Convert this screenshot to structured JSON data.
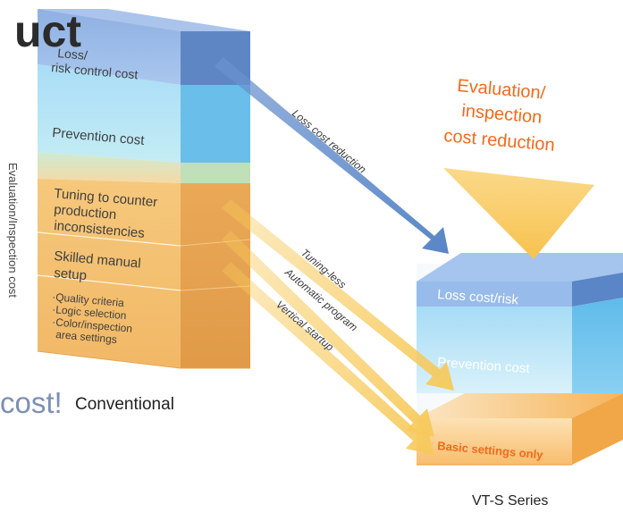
{
  "header": {
    "title_fragment": "uct",
    "footer_fragment": "cost!"
  },
  "side_label": "Evaluation/Inspection cost",
  "conventional": {
    "caption": "Conventional",
    "layers": {
      "loss_line1": "Loss/",
      "loss_line2": "risk control cost",
      "prevention": "Prevention cost",
      "tuning_line1": "Tuning to counter",
      "tuning_line2": "production",
      "tuning_line3": "inconsistencies",
      "skilled_line1": "Skilled manual",
      "skilled_line2": "setup",
      "bullet1": "·Quality criteria",
      "bullet2": "·Logic selection",
      "bullet3": "·Color/inspection",
      "bullet4": "area settings"
    }
  },
  "arrows": {
    "loss": "Loss cost reduction",
    "tuning": "Tuning-less",
    "automatic": "Automatic program",
    "vertical": "Vertical startup"
  },
  "evaluation_reduction": {
    "line1": "Evaluation/",
    "line2": "inspection",
    "line3": "cost reduction"
  },
  "vts": {
    "caption": "VT-S Series",
    "loss": "Loss cost/risk",
    "prevention": "Prevention cost",
    "basic": "Basic settings only"
  },
  "colors": {
    "loss_blue": "#5e86c6",
    "prevention_blue": "#6fc2ee",
    "basic_orange": "#f4a23c",
    "highlight_orange": "#f26a1b",
    "arrow_yellow": "#f7c95a",
    "arrow_blue": "#6b93cf"
  }
}
